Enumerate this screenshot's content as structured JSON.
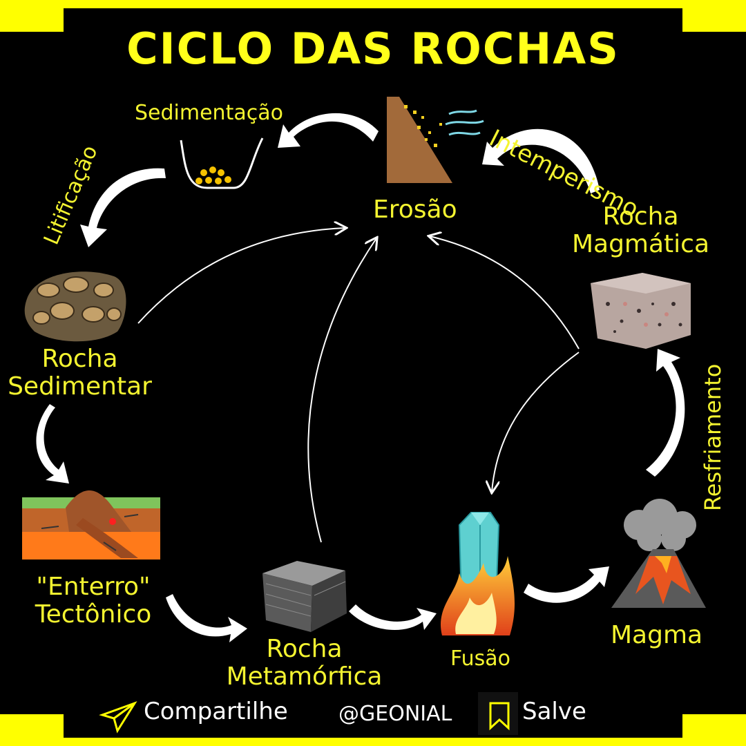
{
  "title": "CICLO DAS ROCHAS",
  "labels": {
    "sedimentacao": "Sedimentação",
    "erosao": "Erosão",
    "intemperismo": "Intemperismo",
    "litificacao": "Litificação",
    "rocha_magmatica_1": "Rocha",
    "rocha_magmatica_2": "Magmática",
    "rocha_sedimentar_1": "Rocha",
    "rocha_sedimentar_2": "Sedimentar",
    "resfriamento": "Resfriamento",
    "enterro_1": "\"Enterro\"",
    "enterro_2": "Tectônico",
    "rocha_metamorfica_1": "Rocha",
    "rocha_metamorfica_2": "Metamórfica",
    "fusao": "Fusão",
    "magma": "Magma"
  },
  "footer": {
    "share": "Compartilhe",
    "handle": "@GEONIAL",
    "save": "Salve"
  },
  "colors": {
    "accent": "#ffff00",
    "background": "#000000",
    "label": "#f4f430"
  }
}
